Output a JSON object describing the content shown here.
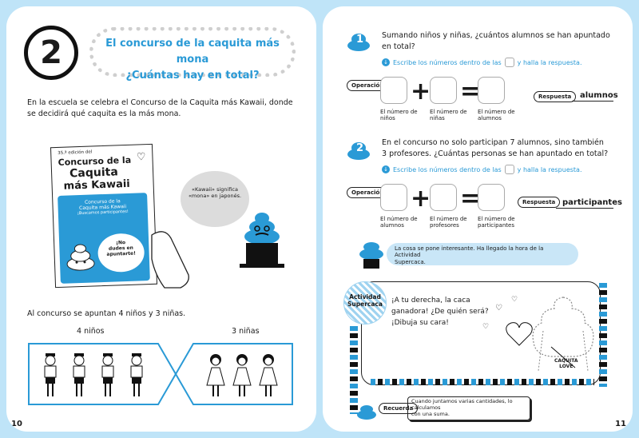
{
  "left_page": {
    "badge_number": "2",
    "title_line1": "El concurso de la caquita más mona",
    "title_line2": "¿Cuántas hay en total?",
    "intro": "En la escuela se celebra el Concurso de la Caquita más Kawaii, donde se decidirá qué caquita es la más mona.",
    "poster": {
      "edition": "35.ª edición del",
      "title_line1": "Concurso de la",
      "title_line2": "Caquita",
      "title_line3": "más Kawaii",
      "inner_line1": "Concurso de la",
      "inner_line2": "Caquita más Kawaii",
      "inner_line3": "¡Buscamos participantes!",
      "bubble_line1": "¡No",
      "bubble_line2": "dudes en",
      "bubble_line3": "apuntarte!"
    },
    "speech_line1": "«Kawaii» significa",
    "speech_line2": "«mona» en japonés.",
    "signup": "Al concurso se apuntan 4 niños y 3 niñas.",
    "boys_label": "4 niños",
    "girls_label": "3 niñas",
    "page_number": "10"
  },
  "right_page": {
    "q1_number": "1",
    "q1_text_line1": "Sumando niños y niñas, ¿cuántos alumnos se han apuntado",
    "q1_text_line2": "en total?",
    "q1_instruction_a": "Escribe los números dentro de las",
    "q1_instruction_b": "y halla la respuesta.",
    "q1_operation_tag": "Operación",
    "q1_caption1": "El número de niños",
    "q1_caption2": "El número de niñas",
    "q1_caption3": "El número de alumnos",
    "q1_answer_tag": "Respuesta",
    "q1_unit": "alumnos",
    "q2_number": "2",
    "q2_text_line1": "En el concurso no solo participan 7 alumnos, sino también",
    "q2_text_line2": "3 profesores. ¿Cuántas personas se han apuntado en total?",
    "q2_instruction_a": "Escribe los números dentro de las",
    "q2_instruction_b": "y halla la respuesta.",
    "q2_operation_tag": "Operación",
    "q2_caption1": "El número de alumnos",
    "q2_caption2": "El número de profesores",
    "q2_caption3": "El número de participantes",
    "q2_answer_tag": "Respuesta",
    "q2_unit": "participantes",
    "banner_line1": "La cosa se pone interesante. Ha llegado la hora de la Actividad",
    "banner_line2": "Supercaca.",
    "activity_label_line1": "Actividad",
    "activity_label_line2": "Supercaca",
    "activity_line1": "¡A tu derecha, la caca",
    "activity_line2": "ganadora! ¿De quién será?",
    "activity_line3": "¡Dibuja su cara!",
    "sash_line1": "CAQUITA",
    "sash_line2": "LOVE",
    "recuerda_tag": "Recuerda",
    "recuerda_line1": "Cuando juntamos varias cantidades, lo calculamos",
    "recuerda_line2": "con una suma.",
    "page_number": "11"
  },
  "colors": {
    "accent": "#2a9ad6",
    "background": "#bfe4f8",
    "banner": "#c9e6f7"
  }
}
